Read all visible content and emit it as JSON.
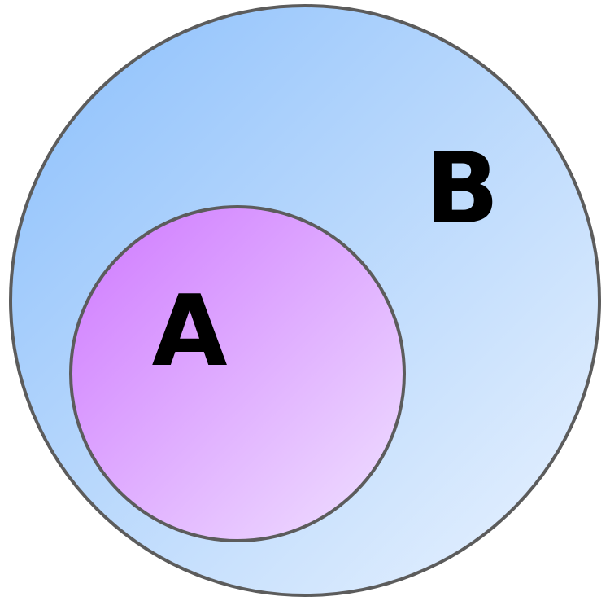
{
  "diagram": {
    "type": "venn-subset",
    "sets": [
      {
        "id": "B",
        "label": "B",
        "role": "superset",
        "color_start": "#8bbffb",
        "color_end": "#eaf3fe"
      },
      {
        "id": "A",
        "label": "A",
        "role": "subset",
        "color_start": "#cf78ff",
        "color_end": "#f0e2ff"
      }
    ],
    "stroke_color": "#5c5c5c"
  }
}
